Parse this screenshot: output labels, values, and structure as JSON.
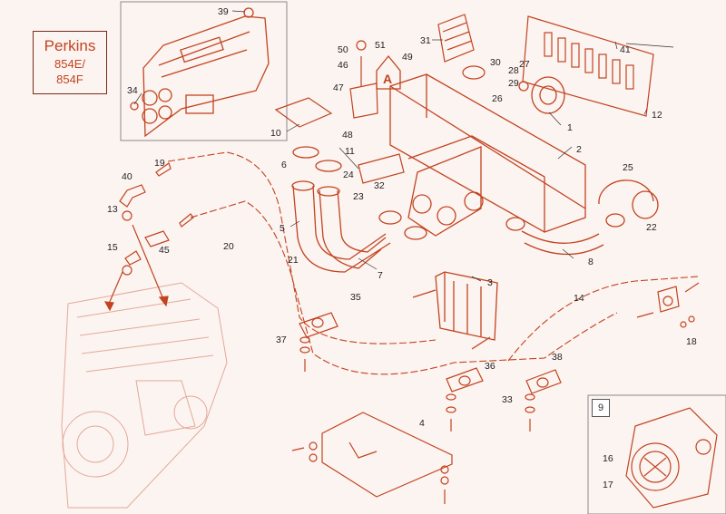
{
  "title": {
    "brand": "Perkins",
    "model_line1": "854E/",
    "model_line2": "854F"
  },
  "inset_label": "9",
  "inset_letter": "A",
  "parts": [
    "39",
    "34",
    "31",
    "30",
    "41",
    "12",
    "50",
    "51",
    "46",
    "49",
    "47",
    "48",
    "27",
    "28",
    "29",
    "26",
    "1",
    "2",
    "10",
    "11",
    "6",
    "40",
    "19",
    "13",
    "15",
    "45",
    "20",
    "5",
    "21",
    "7",
    "24",
    "32",
    "23",
    "22",
    "25",
    "8",
    "3",
    "35",
    "37",
    "36",
    "38",
    "33",
    "18",
    "14",
    "4",
    "16",
    "17"
  ],
  "colors": {
    "line": "#c2431f",
    "dark": "#7a2a18",
    "text": "#222222",
    "bg": "#fcf4f1"
  }
}
